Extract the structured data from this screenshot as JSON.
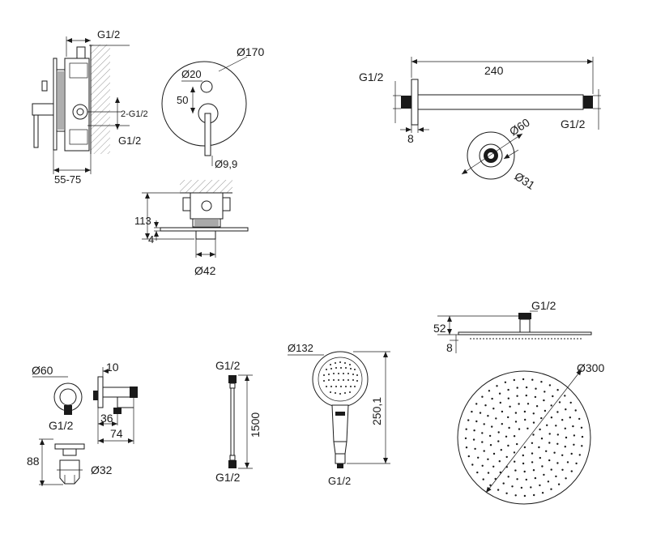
{
  "mixer": {
    "thread_top": "G1/2",
    "thread_side": "2-G1/2",
    "thread_bottom": "G1/2",
    "depth": "55-75",
    "plate_dia": "Ø170",
    "hole_dia": "Ø20",
    "dist": "50",
    "lever_dia": "Ø9,9",
    "height": "113",
    "plate_thk": "4",
    "body_dia": "Ø42"
  },
  "arm": {
    "length": "240",
    "thread_left": "G1/2",
    "thread_right": "G1/2",
    "flange_thk": "8",
    "flange_dia": "Ø60",
    "pipe_dia": "Ø31"
  },
  "outlet": {
    "dia": "Ø60",
    "depth": "10",
    "thread": "G1/2",
    "dim_a": "36",
    "dim_b": "74",
    "holder_h": "88",
    "holder_dia": "Ø32"
  },
  "hose": {
    "thread_top": "G1/2",
    "length": "1500",
    "thread_bottom": "G1/2"
  },
  "handshower": {
    "head_dia": "Ø132",
    "length": "250,1",
    "thread": "G1/2"
  },
  "overhead": {
    "thread": "G1/2",
    "height": "52",
    "thickness": "8",
    "dia": "Ø300"
  }
}
